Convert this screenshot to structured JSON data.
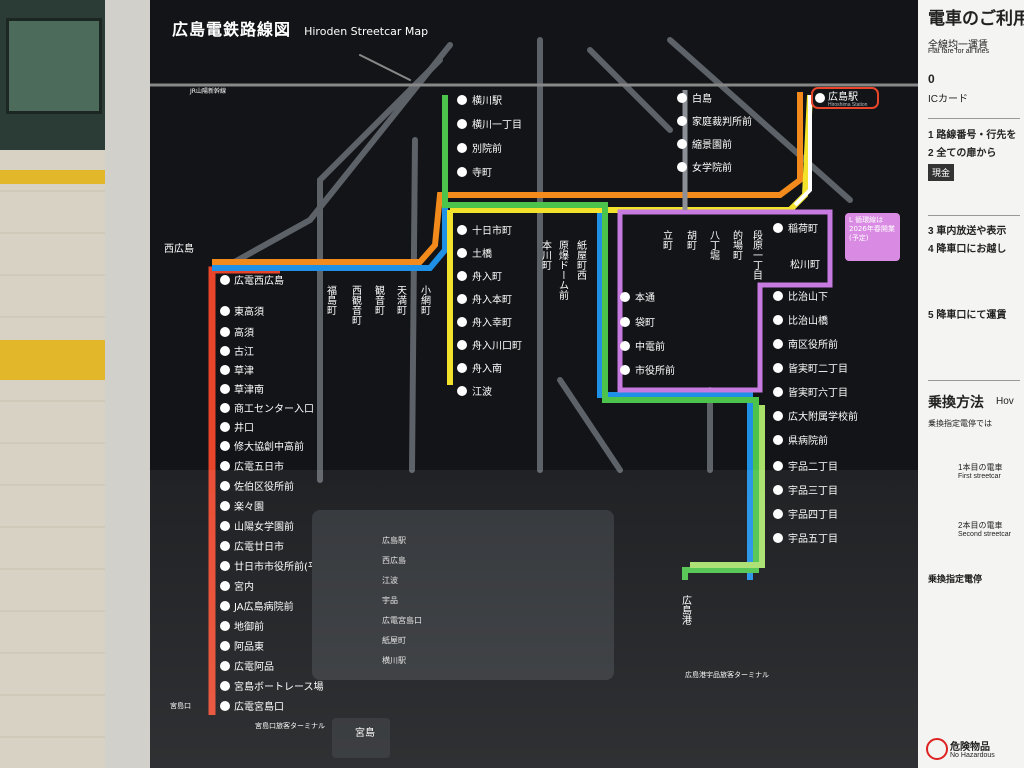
{
  "map": {
    "title_ja": "広島電鉄路線図",
    "title_en": "Hiroden Streetcar Map",
    "jr_label": "JR山陽新幹線",
    "hiroshima_station_label": "広島駅",
    "hiroshima_station_en": "Hiroshima Station",
    "nishi_hiroshima_label": "西広島",
    "notice_text": "L 循環線は2026年春開業(予定)",
    "miyajima_label": "宮島口",
    "ujina_label": "広島港",
    "terminal_label": "広島港宇品旅客ターミナル",
    "miyajima_terminal_label": "宮島口旅客ターミナル",
    "miyajima_ferry_label": "宮島"
  },
  "line_colors": {
    "red": "#e8452a",
    "blue": "#1e90e6",
    "green": "#4cc34a",
    "yellow": "#f2e22c",
    "orange": "#f28a1c",
    "purple": "#c77ae0",
    "lightgreen": "#a8e06a",
    "gray": "#6a6e74",
    "light": "#ffffff"
  },
  "miyajima_line_stations": [
    "広電西広島",
    "東高須",
    "高須",
    "古江",
    "草津",
    "草津南",
    "商工センター入口",
    "井口",
    "修大協創中高前",
    "広電五日市",
    "佐伯区役所前",
    "楽々園",
    "山陽女学園前",
    "広電廿日市",
    "廿日市市役所前(平良)",
    "宮内",
    "JA広島病院前",
    "地御前",
    "阿品東",
    "広電阿品",
    "宮島ボートレース場",
    "広電宮島口"
  ],
  "yokogawa_line_stations": [
    "横川駅",
    "横川一丁目",
    "別院前",
    "寺町"
  ],
  "eba_line_stations": [
    "十日市町",
    "土橋",
    "舟入町",
    "舟入本町",
    "舟入幸町",
    "舟入川口町",
    "舟入南",
    "江波"
  ],
  "hakushima_line_stations": [
    "白島",
    "家庭裁判所前",
    "縮景園前",
    "女学院前"
  ],
  "ujina_line_stations": [
    "稲荷町",
    "比治山下",
    "比治山橋",
    "南区役所前",
    "皆実町二丁目",
    "皆実町六丁目",
    "広大附属学校前",
    "県病院前",
    "宇品二丁目",
    "宇品三丁目",
    "宇品四丁目",
    "宇品五丁目"
  ],
  "hondori_stations": [
    "本通",
    "袋町",
    "中電前",
    "市役所前"
  ],
  "vertical_stations": [
    "本川町",
    "原爆ドーム前",
    "紙屋町西",
    "福島町",
    "西観音町",
    "観音町",
    "天満町",
    "小網町",
    "八丁堀",
    "胡町",
    "立町",
    "的場町",
    "段原一丁目",
    "松川町"
  ],
  "right_panel": {
    "header": "電車のご利用",
    "flat_fare": "全線均一運賃",
    "flat_fare_en": "Flat fare for all lines",
    "step0": "0",
    "ic_label": "ICカード",
    "step1": "1 路線番号・行先を",
    "step2": "2 全ての扉から",
    "cash": "現金",
    "step3": "3 車内放送や表示",
    "step4": "4 降車口にお越し",
    "step5": "5 降車口にて運賃",
    "transfer_title": "乗換方法",
    "transfer_en": "Hov",
    "transfer_note": "乗換指定電停では",
    "first_car": "1本目の電車",
    "first_car_en": "First streetcar",
    "second_car": "2本目の電車",
    "second_car_en": "Second streetcar",
    "transfer_stops": "乗換指定電停",
    "hazard": "危険物品",
    "hazard_en": "No Hazardous"
  },
  "legend": {
    "items": [
      "広島駅",
      "西広島",
      "江波",
      "宇品",
      "広電宮島口",
      "紙屋町",
      "横川駅"
    ]
  }
}
